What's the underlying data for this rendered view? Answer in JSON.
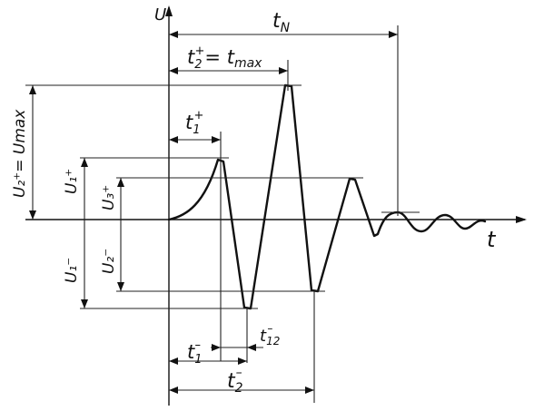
{
  "axes": {
    "y_label": "U",
    "x_label": "t"
  },
  "labels": {
    "tN": "t",
    "tN_sub": "N",
    "t2max_t": "t",
    "t2max_sub": "2",
    "t2max_sup": "+",
    "t2max_rest": "= t",
    "t2max_sub2": "max",
    "t1p_t": "t",
    "t1p_sub": "1",
    "t1p_sup": "+",
    "t12_t": "t",
    "t12_sub": "12",
    "t12_sup": "–",
    "t1m_t": "t",
    "t1m_sub": "1",
    "t1m_sup": "–",
    "t2m_t": "t",
    "t2m_sub": "2",
    "t2m_sup": "–",
    "umax_text": "U₂⁺= Umax",
    "u1p_text": "U₁⁺",
    "u3p_text": "U₃⁺",
    "u2m_text": "U₂⁻",
    "u1m_text": "U₁⁻"
  }
}
